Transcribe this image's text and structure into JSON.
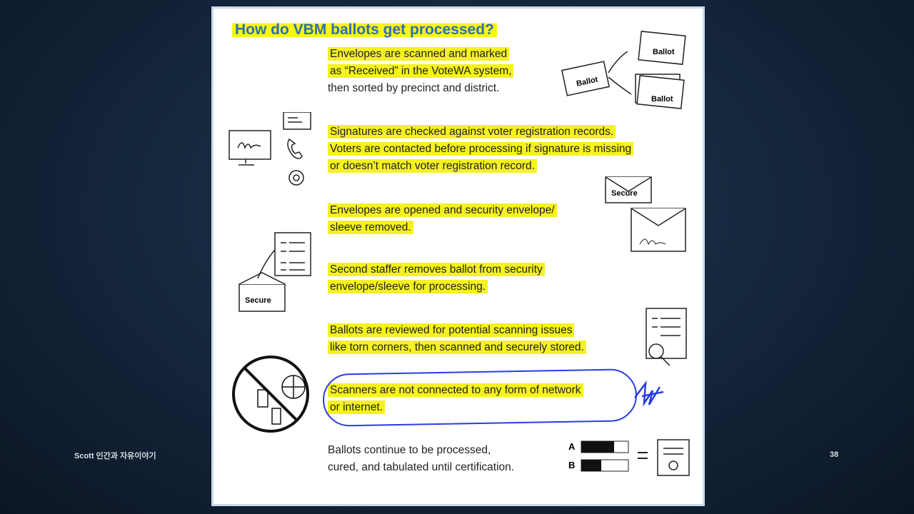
{
  "slide": {
    "title": "How do VBM ballots get processed?",
    "steps": [
      {
        "lines": [
          "Envelopes are scanned and marked",
          "as “Received” in the VoteWA system,",
          "then sorted by precinct and district."
        ],
        "highlighted_lines": 2
      },
      {
        "lines": [
          "Signatures are checked against voter registration records.",
          "Voters are contacted before processing if signature is missing",
          "or doesn’t match voter registration record."
        ],
        "highlighted_lines": 3
      },
      {
        "lines": [
          "Envelopes are opened and security envelope/",
          "sleeve removed."
        ],
        "highlighted_lines": 2
      },
      {
        "lines": [
          "Second staffer removes ballot from security",
          "envelope/sleeve for processing."
        ],
        "highlighted_lines": 2
      },
      {
        "lines": [
          "Ballots are reviewed for potential scanning issues",
          "like torn corners, then scanned and securely stored."
        ],
        "highlighted_lines": 2
      },
      {
        "lines": [
          "Scanners are not connected to any form of network",
          "or internet."
        ],
        "highlighted_lines": 2
      },
      {
        "lines": [
          "Ballots continue to be processed,",
          "cured, and tabulated until certification."
        ],
        "highlighted_lines": 0
      }
    ],
    "icon_labels": {
      "ballot": "Ballot",
      "secure": "Secure",
      "a": "A",
      "b": "B"
    }
  },
  "footer": {
    "presenter": "Scott 인간과 자유이야기",
    "page_number": "38"
  },
  "colors": {
    "highlight": "#f5f21f",
    "title": "#2f6fb0",
    "annotation": "#2b3de0"
  }
}
